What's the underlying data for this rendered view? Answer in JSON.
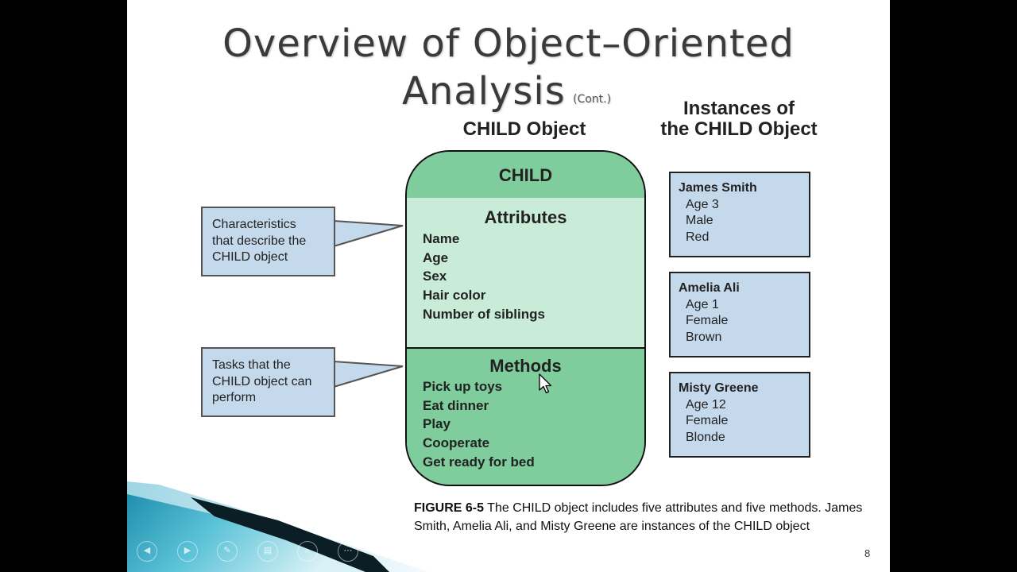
{
  "slide": {
    "title_line1": "Overview of Object–Oriented",
    "title_line2": "Analysis",
    "title_cont": "(Cont.)",
    "page_number": "8"
  },
  "figure": {
    "object_header": "CHILD Object",
    "instances_header_line1": "Instances of",
    "instances_header_line2": "the CHILD Object",
    "object_name": "CHILD",
    "attributes_title": "Attributes",
    "attributes": [
      "Name",
      "Age",
      "Sex",
      "Hair color",
      "Number of siblings"
    ],
    "methods_title": "Methods",
    "methods": [
      "Pick up toys",
      "Eat dinner",
      "Play",
      "Cooperate",
      "Get ready for bed"
    ],
    "callout_attributes": [
      "Characteristics",
      "that describe the",
      "CHILD object"
    ],
    "callout_methods": [
      "Tasks that the",
      "CHILD object can",
      "perform"
    ],
    "instances": [
      {
        "name": "James Smith",
        "lines": [
          "Age 3",
          "Male",
          "Red"
        ]
      },
      {
        "name": "Amelia Ali",
        "lines": [
          "Age 1",
          "Female",
          "Brown"
        ]
      },
      {
        "name": "Misty Greene",
        "lines": [
          "Age 12",
          "Female",
          "Blonde"
        ]
      }
    ],
    "caption_label": "FIGURE 6-5",
    "caption_text": " The CHILD object includes five attributes and five methods. James Smith, Amelia Ali, and Misty Greene are instances of the CHILD object"
  },
  "nav_icons": [
    "previous-icon",
    "next-icon",
    "pen-icon",
    "slides-icon",
    "zoom-icon",
    "more-icon"
  ],
  "colors": {
    "object_green": "#7fcc9c",
    "attributes_green": "#c9ecd9",
    "box_blue": "#c5d9ec",
    "accent_teal": "#2a9bb8"
  }
}
